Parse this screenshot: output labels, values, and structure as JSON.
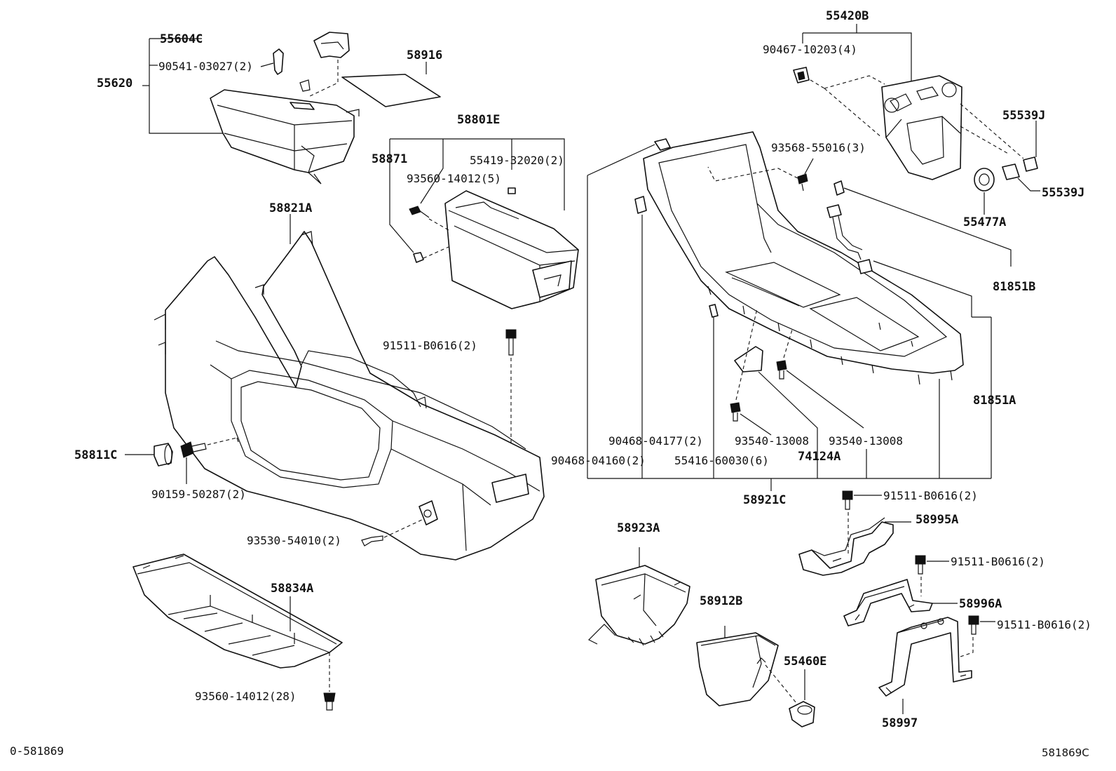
{
  "labels": {
    "l55604C": "55604C",
    "l90541": "90541-03027(2)",
    "l55620": "55620",
    "l58916": "58916",
    "l58801E": "58801E",
    "l58871": "58871",
    "l55419": "55419-32020(2)",
    "l93560a": "93560-14012(5)",
    "l58821A": "58821A",
    "l91511a": "91511-B0616(2)",
    "l58811C": "58811C",
    "l90159": "90159-50287(2)",
    "l93530": "93530-54010(2)",
    "l58834A": "58834A",
    "l93560b": "93560-14012(28)",
    "l55420B": "55420B",
    "l90467": "90467-10203(4)",
    "l55539Ja": "55539J",
    "l93568": "93568-55016(3)",
    "l55477A": "55477A",
    "l55539Jb": "55539J",
    "l81851B": "81851B",
    "l81851A": "81851A",
    "l90468a": "90468-04177(2)",
    "l93540a": "93540-13008",
    "l93540b": "93540-13008",
    "l90468b": "90468-04160(2)",
    "l55416": "55416-60030(6)",
    "l74124A": "74124A",
    "l58921C": "58921C",
    "l91511b": "91511-B0616(2)",
    "l58995A": "58995A",
    "l58923A": "58923A",
    "l91511c": "91511-B0616(2)",
    "l58912B": "58912B",
    "l58996A": "58996A",
    "l91511d": "91511-B0616(2)",
    "l55460E": "55460E",
    "l58997": "58997"
  },
  "footer": {
    "left": "0-581869",
    "right": "581869C"
  }
}
